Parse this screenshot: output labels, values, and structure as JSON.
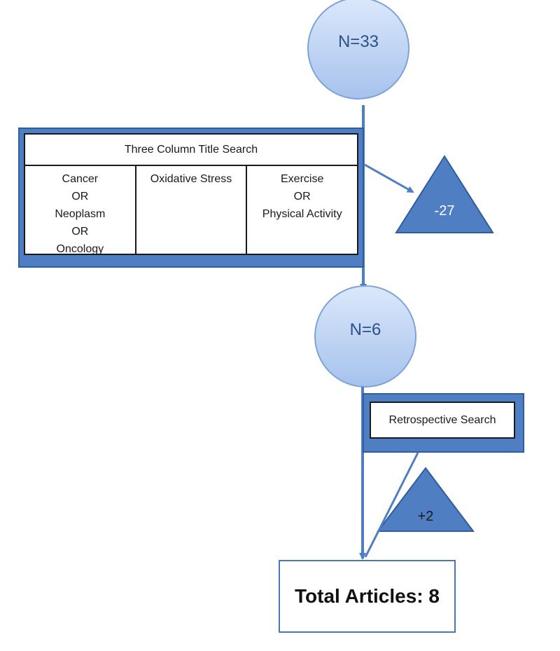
{
  "nodes": {
    "start": {
      "label": "N=33"
    },
    "after_title_search": {
      "label": "N=6"
    },
    "excluded": {
      "label": "-27"
    },
    "added": {
      "label": "+2"
    },
    "total": {
      "label": "Total Articles: 8"
    }
  },
  "title_search": {
    "title": "Three Column Title Search",
    "columns": [
      {
        "lines": [
          "Cancer",
          "OR",
          "Neoplasm",
          "OR",
          "Oncology"
        ]
      },
      {
        "lines": [
          "Oxidative Stress"
        ]
      },
      {
        "lines": [
          "Exercise",
          "OR",
          "Physical Activity"
        ]
      }
    ]
  },
  "retrospective_search": {
    "label": "Retrospective Search"
  },
  "colors": {
    "accent": "#4f7ec2",
    "accent_dark": "#2f5d9e",
    "circle_top": "#dbe8fb",
    "circle_bottom": "#a9c4ec",
    "circle_text": "#2f4f8a"
  }
}
